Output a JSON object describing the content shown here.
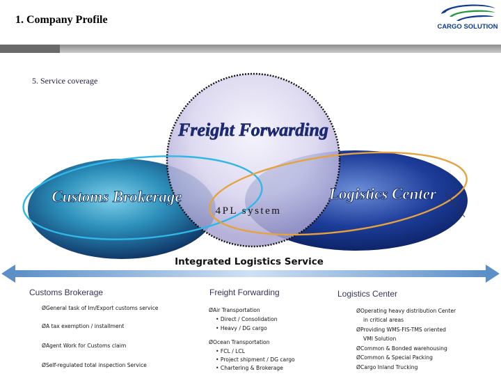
{
  "header": {
    "title": "1. Company Profile",
    "logo_text": "CARGO SOLUTION"
  },
  "section": {
    "subtitle": "5. Service coverage"
  },
  "diagram": {
    "freight_label": "Freight Forwarding",
    "customs_label": "Customs Brokerage",
    "logistics_label": "Logistics Center",
    "center_label": "4PL system",
    "integrated_label": "Integrated Logistics Service"
  },
  "columns": {
    "customs": {
      "heading": "Customs Brokerage",
      "items": [
        "ØGeneral task of Im/Export customs service",
        "ØA tax exemption / installment",
        "ØAgent Work for Customs claim",
        "ØSelf-regulated total inspection Service"
      ]
    },
    "freight": {
      "heading": "Freight Forwarding",
      "air": "ØAir Transportation",
      "air_sub": [
        "• Direct / Consolidation",
        "• Heavy / DG cargo"
      ],
      "ocean": "ØOcean Transportation",
      "ocean_sub": [
        "• FCL / LCL",
        "• Project shipment / DG cargo",
        "• Chartering & Brokerage"
      ]
    },
    "logistics": {
      "heading": "Logistics Center",
      "items": [
        "ØOperating heavy distribution Center",
        "in critical areas",
        "ØProviding WMS-FIS-TMS oriented",
        "VMI Solution",
        "ØCommon & Bonded warehousing",
        "ØCommon & Special Packing",
        "ØCargo Inland Trucking"
      ]
    }
  },
  "colors": {
    "accent_navy": "#0b2a5c",
    "ring_cyan": "#2fb7e8",
    "ring_orange": "#e6a23c",
    "arrow_blue": "#6b9fd3"
  }
}
